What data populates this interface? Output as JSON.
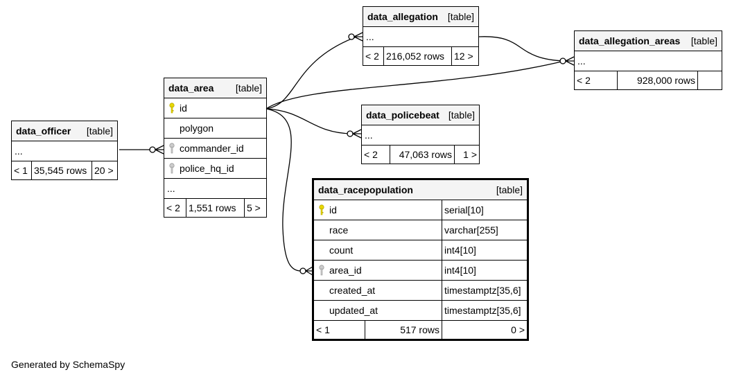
{
  "tables": {
    "data_officer": {
      "name": "data_officer",
      "kind": "[table]",
      "dots": "...",
      "footer": [
        "< 1",
        "35,545 rows",
        "20 >"
      ]
    },
    "data_area": {
      "name": "data_area",
      "kind": "[table]",
      "columns": [
        "id",
        "polygon",
        "commander_id",
        "police_hq_id"
      ],
      "dots": "...",
      "footer": [
        "< 2",
        "1,551 rows",
        "5 >"
      ]
    },
    "data_allegation": {
      "name": "data_allegation",
      "kind": "[table]",
      "dots": "...",
      "footer": [
        "< 2",
        "216,052 rows",
        "12 >"
      ]
    },
    "data_allegation_areas": {
      "name": "data_allegation_areas",
      "kind": "[table]",
      "dots": "...",
      "footer": [
        "< 2",
        "928,000 rows",
        ""
      ]
    },
    "data_policebeat": {
      "name": "data_policebeat",
      "kind": "[table]",
      "dots": "...",
      "footer": [
        "< 2",
        "47,063 rows",
        "1 >"
      ]
    },
    "data_racepopulation": {
      "name": "data_racepopulation",
      "kind": "[table]",
      "columns": [
        {
          "name": "id",
          "type": "serial[10]"
        },
        {
          "name": "race",
          "type": "varchar[255]"
        },
        {
          "name": "count",
          "type": "int4[10]"
        },
        {
          "name": "area_id",
          "type": "int4[10]"
        },
        {
          "name": "created_at",
          "type": "timestamptz[35,6]"
        },
        {
          "name": "updated_at",
          "type": "timestamptz[35,6]"
        }
      ],
      "footer": [
        "< 1",
        "517 rows",
        "0 >"
      ]
    }
  },
  "generated_by": "Generated by SchemaSpy",
  "colors": {
    "primary_key": "#e8d800",
    "foreign_key": "#aaaaaa",
    "header_bg": "#f4f4f4"
  }
}
